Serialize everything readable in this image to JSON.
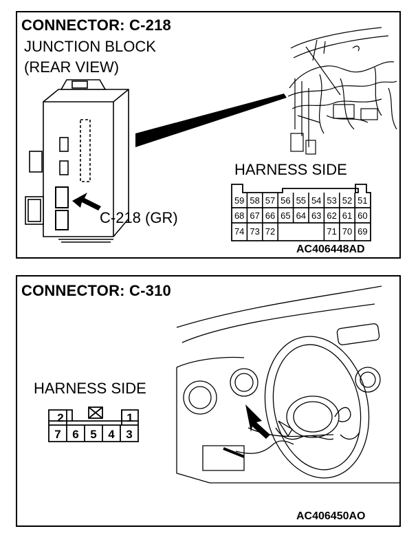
{
  "panel1": {
    "title": "CONNECTOR: C-218",
    "subtitle_line1": "JUNCTION BLOCK",
    "subtitle_line2": "(REAR VIEW)",
    "connector_label": "C-218 (GR)",
    "harness_side": "HARNESS SIDE",
    "figure_code": "AC406448AD",
    "pins_row1": [
      "59",
      "58",
      "57",
      "56",
      "55",
      "54",
      "53",
      "52",
      "51"
    ],
    "pins_row2": [
      "68",
      "67",
      "66",
      "65",
      "64",
      "63",
      "62",
      "61",
      "60"
    ],
    "pins_row3_left": [
      "74",
      "73",
      "72"
    ],
    "pins_row3_right": [
      "71",
      "70",
      "69"
    ]
  },
  "panel2": {
    "title": "CONNECTOR: C-310",
    "harness_side": "HARNESS SIDE",
    "figure_code": "AC406450AO",
    "pins_top_left": "2",
    "pins_top_right": "1",
    "pins_bottom": [
      "7",
      "6",
      "5",
      "4",
      "3"
    ]
  }
}
